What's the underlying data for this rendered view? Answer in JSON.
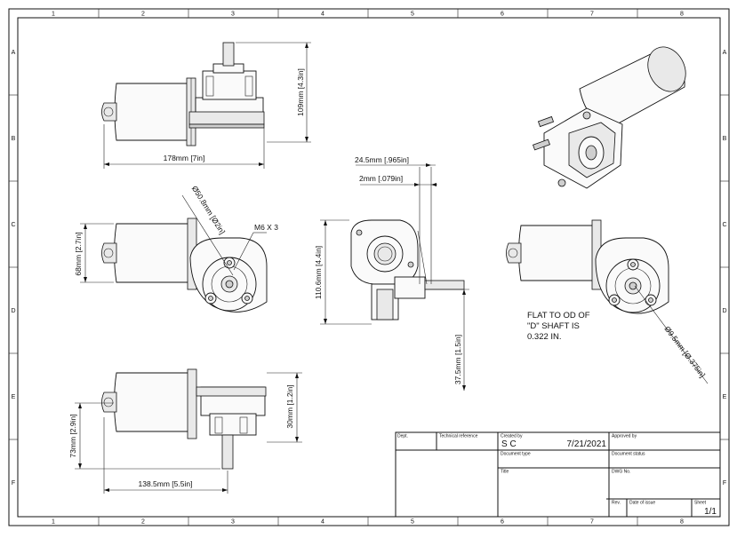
{
  "border": {
    "columns": [
      "1",
      "2",
      "3",
      "4",
      "5",
      "6",
      "7",
      "8"
    ],
    "rows": [
      "A",
      "B",
      "C",
      "D",
      "E",
      "F"
    ]
  },
  "dimensions": {
    "top_width": "178mm [7in]",
    "top_height": "109mm [4.3in]",
    "front_diameter": "Ø50.8mm [Ø2in]",
    "front_height": "68mm [2.7in]",
    "thread": "M6 X 3",
    "side_offset": "24.5mm [.965in]",
    "side_flat": "2mm [.079in]",
    "side_height": "110.6mm [4.4in]",
    "shaft_length": "37.5mm [1.5in]",
    "shaft_diameter": "Ø9.5mm [Ø.375in]",
    "bottom_width": "138.5mm [5.5in]",
    "bottom_height": "73mm [2.9in]",
    "bottom_shaft": "30mm [1.2in]"
  },
  "note": {
    "line1": "FLAT TO OD OF",
    "line2": "\"D\" SHAFT IS",
    "line3": "0.322 IN."
  },
  "title_block": {
    "dept_label": "Dept.",
    "tech_ref_label": "Technical reference",
    "created_by_label": "Created by",
    "created_by_value": "S C",
    "created_date": "7/21/2021",
    "approved_by_label": "Approved by",
    "doc_type_label": "Document type",
    "doc_status_label": "Document status",
    "title_label": "Title",
    "dwg_no_label": "DWG No.",
    "rev_label": "Rev.",
    "date_of_issue_label": "Date of issue",
    "sheet_label": "Sheet",
    "sheet_value": "1/1"
  }
}
